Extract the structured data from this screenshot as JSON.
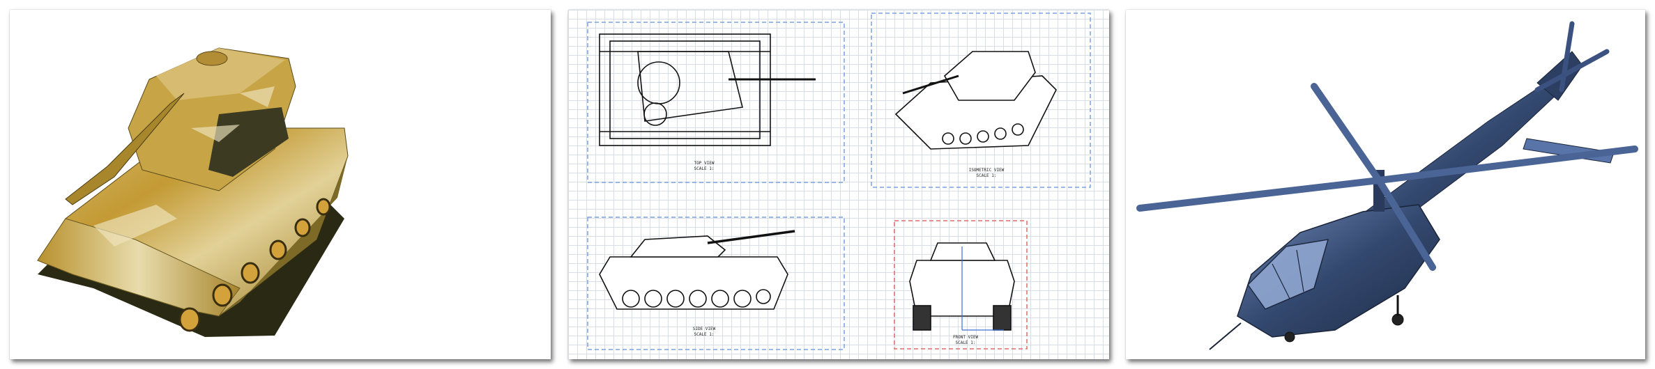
{
  "panels": [
    {
      "name": "tank-rendering",
      "kind": "3d-shaded-render"
    },
    {
      "name": "tank-blueprint",
      "kind": "technical-drawing",
      "viewports": [
        {
          "name": "top-view",
          "caption_lines": [
            "TOP VIEW",
            "SCALE 1:"
          ]
        },
        {
          "name": "isometric-view",
          "caption_lines": [
            "ISOMETRIC VIEW",
            "SCALE 1:"
          ]
        },
        {
          "name": "side-view",
          "caption_lines": [
            "SIDE VIEW",
            "SCALE 1:"
          ]
        },
        {
          "name": "front-view",
          "caption_lines": [
            "FRONT VIEW",
            "SCALE 1:"
          ]
        }
      ]
    },
    {
      "name": "helicopter-rendering",
      "kind": "3d-shaded-render"
    }
  ],
  "colors": {
    "tank_camo_base": "#c8a23c",
    "tank_camo_light": "#e6d59a",
    "tank_dark": "#3a3414",
    "blueprint_line": "#111111",
    "viewport_blue_dash": "#7aa2e0",
    "viewport_red_dash": "#e06a6a",
    "grid": "#d9dee6",
    "heli_body": "#33486e",
    "heli_highlight": "#8fa6d0"
  }
}
